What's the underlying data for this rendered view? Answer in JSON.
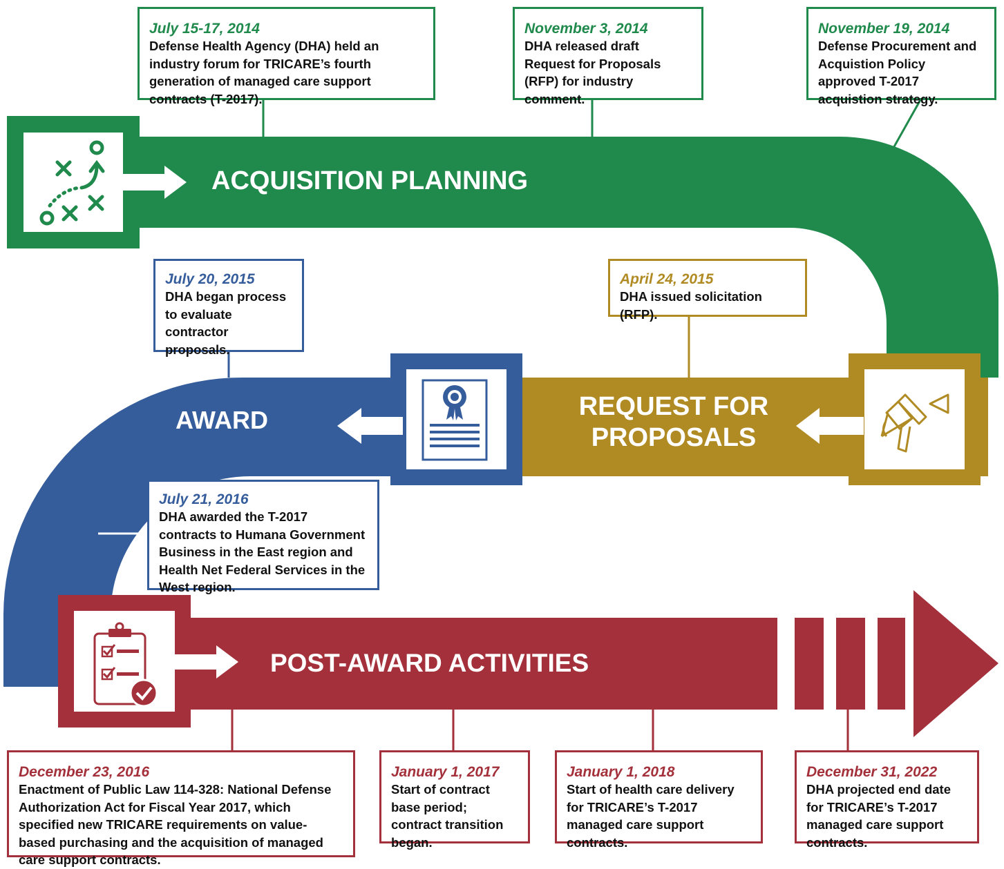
{
  "colors": {
    "acquisition": "#1f8a4c",
    "rfp": "#b08a22",
    "award": "#355c9b",
    "post_award": "#a3303a"
  },
  "phases": {
    "acquisition_planning": {
      "label": "ACQUISITION PLANNING",
      "icon": "playbook-icon"
    },
    "rfp": {
      "label_line1": "REQUEST FOR",
      "label_line2": "PROPOSALS",
      "icon": "megaphone-icon"
    },
    "award": {
      "label": "AWARD",
      "icon": "certificate-icon"
    },
    "post_award": {
      "label": "POST-AWARD ACTIVITIES",
      "icon": "clipboard-checklist-icon"
    }
  },
  "events": {
    "e1": {
      "date": "July 15-17, 2014",
      "text": "Defense Health Agency (DHA) held an industry forum for TRICARE’s fourth generation of managed care support contracts (T-2017)."
    },
    "e2": {
      "date": "November 3, 2014",
      "text": "DHA released draft Request for Proposals (RFP) for industry comment."
    },
    "e3": {
      "date": "November 19, 2014",
      "text": "Defense Procurement and Acquistion Policy approved T-2017 acquistion strategy."
    },
    "e4": {
      "date": "April 24, 2015",
      "text": "DHA issued solicitation (RFP)."
    },
    "e5": {
      "date": "July 20, 2015",
      "text": "DHA began process to evaluate contractor proposals."
    },
    "e6": {
      "date": "July 21, 2016",
      "text": "DHA awarded the T-2017 contracts to Humana Government Business in the East region and Health Net Federal Services in the West region."
    },
    "e7": {
      "date": "December 23, 2016",
      "text": "Enactment of Public Law 114-328: National Defense Authorization Act for Fiscal Year 2017, which specified new TRICARE requirements on value-based purchasing and the acquisition of managed care support contracts."
    },
    "e8": {
      "date": "January 1, 2017",
      "text": "Start of contract base period; contract transition began."
    },
    "e9": {
      "date": "January 1, 2018",
      "text": "Start of health care delivery for TRICARE’s T-2017 managed care support contracts."
    },
    "e10": {
      "date": "December 31, 2022",
      "text": "DHA projected end date for TRICARE’s T-2017 managed care support contracts."
    }
  }
}
